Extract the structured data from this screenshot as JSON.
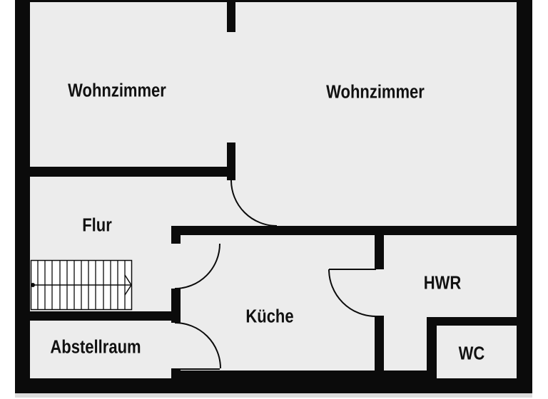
{
  "plan": {
    "type": "floor-plan",
    "rooms": [
      {
        "name": "wohnzimmer-left",
        "label": "Wohnzimmer"
      },
      {
        "name": "wohnzimmer-right",
        "label": "Wohnzimmer"
      },
      {
        "name": "flur",
        "label": "Flur"
      },
      {
        "name": "kueche",
        "label": "Küche"
      },
      {
        "name": "hwr",
        "label": "HWR"
      },
      {
        "name": "wc",
        "label": "WC"
      },
      {
        "name": "abstellraum",
        "label": "Abstellraum"
      }
    ],
    "stairs": {
      "treads": 14,
      "direction": "right"
    },
    "doors": 4,
    "colors": {
      "wall": "#0b0b0b",
      "floor": "#ececec",
      "page": "#ffffff",
      "stairs": "#ffffff",
      "ink": "#111111"
    }
  }
}
